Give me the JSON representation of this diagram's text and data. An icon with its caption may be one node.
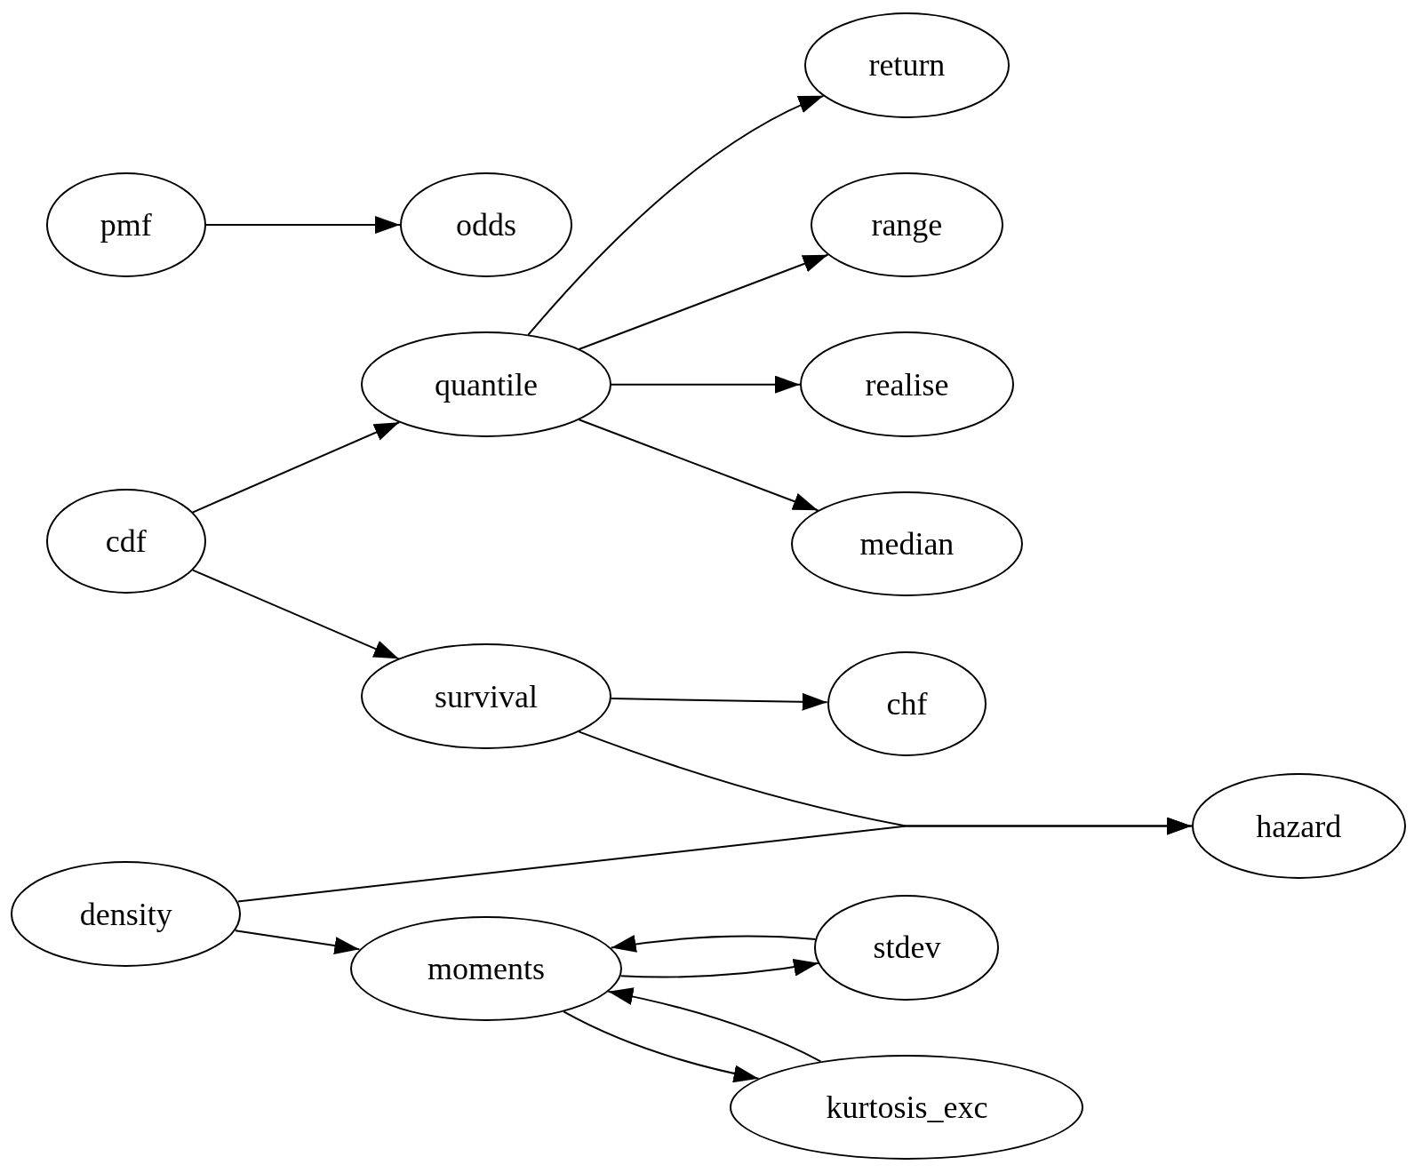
{
  "diagram": {
    "nodes": [
      {
        "text": [
          "return"
        ]
      },
      {
        "text": [
          "pmf"
        ]
      },
      {
        "text": [
          "odds"
        ]
      },
      {
        "text": [
          "range"
        ]
      },
      {
        "text": [
          "quantile"
        ]
      },
      {
        "text": [
          "realise"
        ]
      },
      {
        "text": [
          "cdf"
        ]
      },
      {
        "text": [
          "median"
        ]
      },
      {
        "text": [
          "survival"
        ]
      },
      {
        "text": [
          "chf"
        ]
      },
      {
        "text": [
          "hazard"
        ]
      },
      {
        "text": [
          "density"
        ]
      },
      {
        "text": [
          "stdev"
        ]
      },
      {
        "text": [
          "moments"
        ]
      },
      {
        "text": [
          "kurtosis_exc"
        ]
      }
    ],
    "edges": [
      {
        "from": 1,
        "to": 2,
        "arrow": "to"
      },
      {
        "from": 4,
        "to": 0,
        "arrow": "to"
      },
      {
        "from": 4,
        "to": 3,
        "arrow": "to"
      },
      {
        "from": 4,
        "to": 5,
        "arrow": "to"
      },
      {
        "from": 4,
        "to": 7,
        "arrow": "to"
      },
      {
        "from": 6,
        "to": 4,
        "arrow": "to"
      },
      {
        "from": 6,
        "to": 8,
        "arrow": "to"
      },
      {
        "from": 8,
        "to": 9,
        "arrow": "to"
      },
      {
        "from": 8,
        "to": 10,
        "arrow": "to"
      },
      {
        "from": 11,
        "to": 10,
        "arrow": "to"
      },
      {
        "from": 11,
        "to": 13,
        "arrow": "to"
      },
      {
        "from": 13,
        "to": 12,
        "arrow": "to"
      },
      {
        "from": 12,
        "to": 13,
        "arrow": "to"
      },
      {
        "from": 13,
        "to": 14,
        "arrow": "to"
      },
      {
        "from": 14,
        "to": 13,
        "arrow": "to"
      }
    ]
  }
}
